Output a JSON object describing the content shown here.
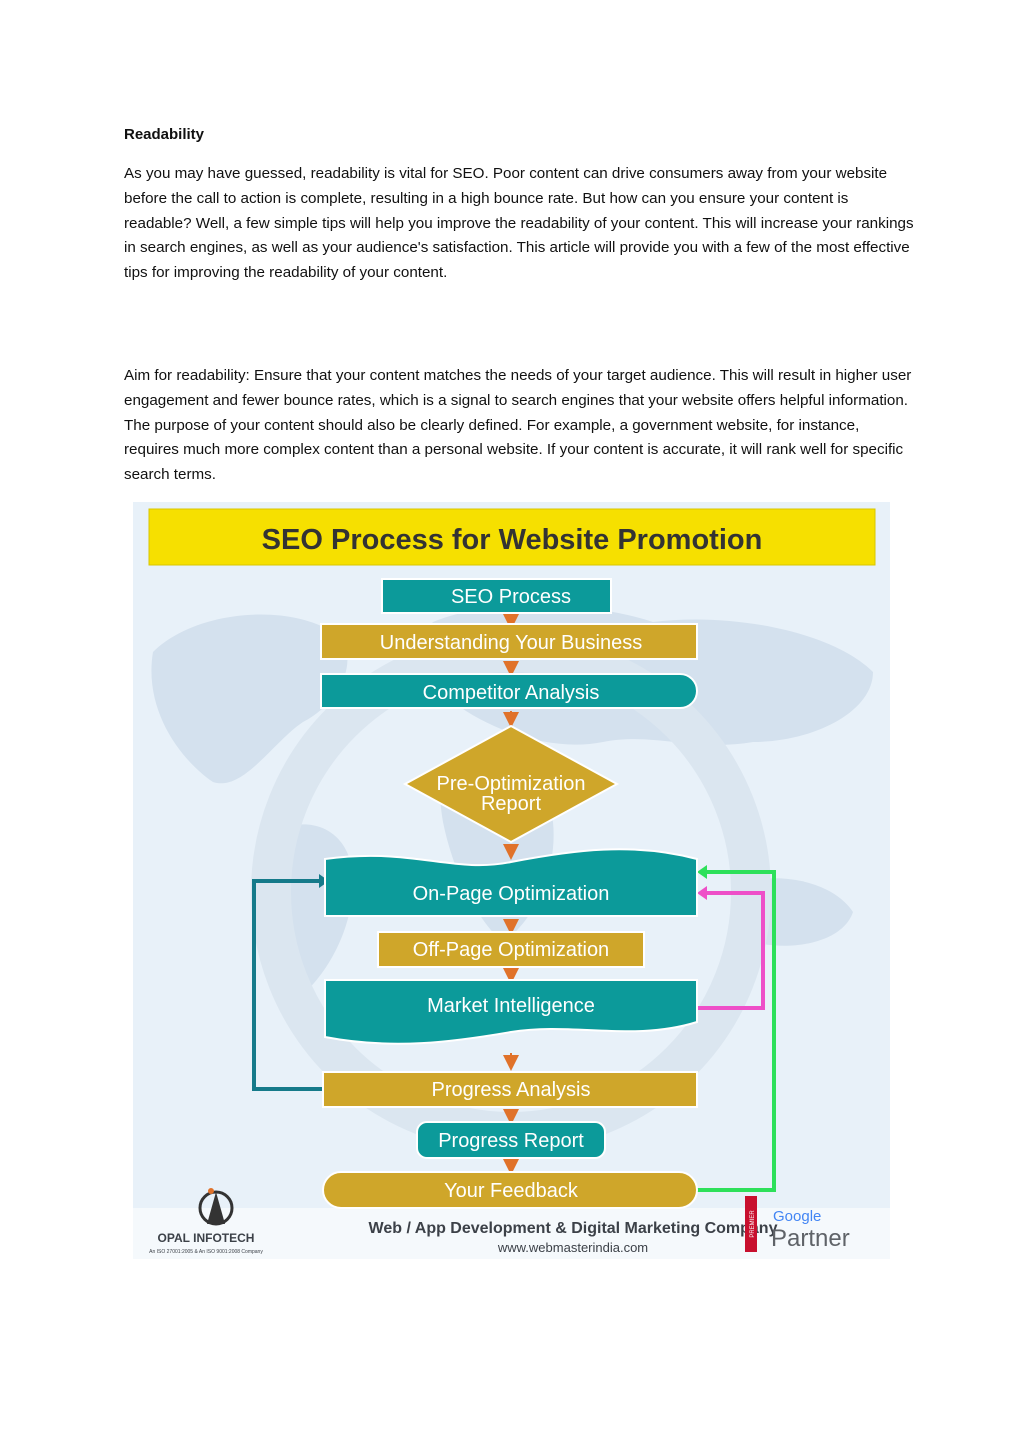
{
  "article": {
    "heading": "Readability",
    "paragraph1": "As you may have guessed, readability is vital for SEO. Poor content can drive consumers away from your website before the call to action is complete, resulting in a high bounce rate. But how can you ensure your content is readable? Well, a few simple tips will help you improve the readability of your content. This will increase your rankings in search engines, as well as your audience's satisfaction. This article will provide you with a few of the most effective tips for improving the readability of your content.",
    "paragraph2": "Aim for readability: Ensure that your content matches the needs of your target audience. This will result in higher user engagement and fewer bounce rates, which is a signal to search engines that your website offers helpful information. The purpose of your content should also be clearly defined. For example, a government website, for instance, requires much more complex content than a personal website. If your content is accurate, it will rank well for specific search terms."
  },
  "infographic": {
    "title": "SEO Process for Website Promotion",
    "steps": {
      "seo_process": "SEO Process",
      "understanding": "Understanding Your Business",
      "competitor": "Competitor Analysis",
      "pre_opt_line1": "Pre-Optimization",
      "pre_opt_line2": "Report",
      "on_page": "On-Page Optimization",
      "off_page": "Off-Page Optimization",
      "market": "Market Intelligence",
      "progress_analysis": "Progress Analysis",
      "progress_report": "Progress Report",
      "feedback": "Your Feedback"
    },
    "footer": {
      "company_name": "OPAL INFOTECH",
      "company_cert": "An ISO 27001:2005 & An ISO 9001:2008 Company",
      "tagline": "Web / App Development & Digital Marketing Company",
      "url": "www.webmasterindia.com",
      "badge_premier": "PREMIER",
      "badge_google": "Google",
      "badge_partner": "Partner"
    },
    "colors": {
      "teal": "#0c9a9a",
      "gold": "#cfa62a",
      "title_bar": "#f6e000",
      "arrow": "#e0722a",
      "loop_blue": "#157a8a",
      "loop_pink": "#ee4fc8",
      "loop_green": "#2de05a"
    }
  }
}
